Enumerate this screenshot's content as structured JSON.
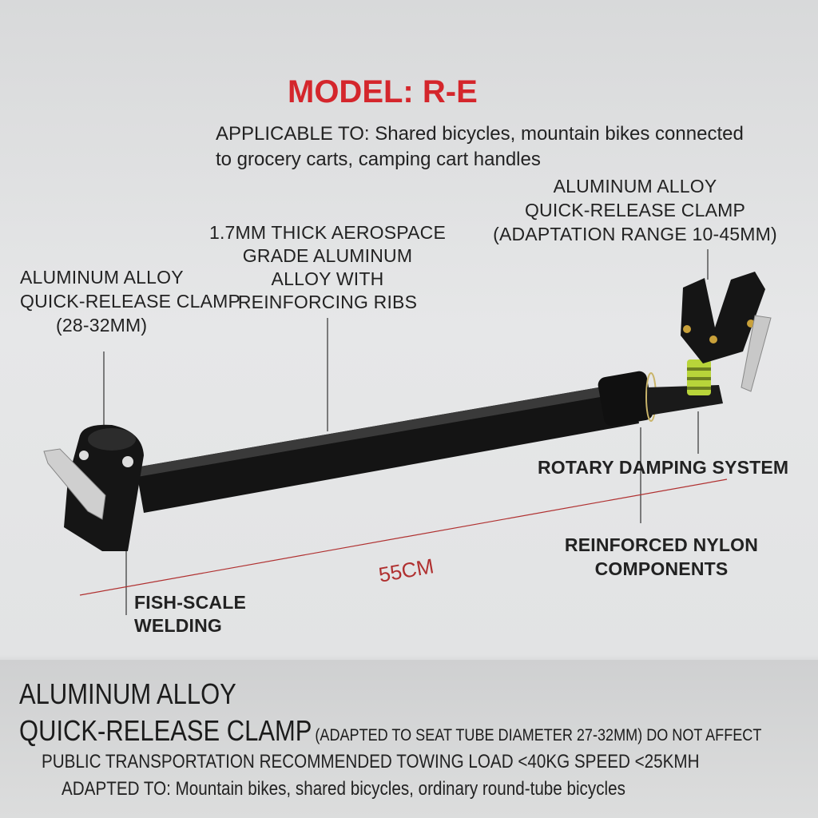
{
  "header": {
    "model": "MODEL:  R-E",
    "applicable_line1": "APPLICABLE TO: Shared bicycles, mountain bikes connected",
    "applicable_line2": "to grocery carts, camping cart handles"
  },
  "callouts": {
    "right_clamp": [
      "ALUMINUM ALLOY",
      "QUICK-RELEASE CLAMP",
      "(ADAPTATION RANGE 10-45MM)"
    ],
    "tube": [
      "1.7MM THICK AEROSPACE",
      "GRADE ALUMINUM",
      "ALLOY WITH",
      "REINFORCING RIBS"
    ],
    "left_clamp": [
      "ALUMINUM ALLOY",
      "QUICK-RELEASE CLAMP",
      "(28-32MM)"
    ],
    "rotary": "ROTARY DAMPING SYSTEM",
    "nylon": [
      "REINFORCED NYLON",
      "COMPONENTS"
    ],
    "welding": [
      "FISH-SCALE",
      "WELDING"
    ],
    "length": "55CM"
  },
  "footer": {
    "title_line1": "ALUMINUM ALLOY",
    "title_line2": "QUICK-RELEASE CLAMP",
    "title_note": "(ADAPTED TO SEAT TUBE DIAMETER 27-32MM) DO NOT AFFECT",
    "line3": "PUBLIC TRANSPORTATION RECOMMENDED TOWING LOAD <40KG SPEED <25KMH",
    "line4": "ADAPTED TO: Mountain bikes, shared bicycles, ordinary round-tube bicycles"
  },
  "colors": {
    "model": "#d4262c",
    "dimension_line": "#b03030",
    "product": "#151515",
    "accent": "#b8d43a"
  }
}
